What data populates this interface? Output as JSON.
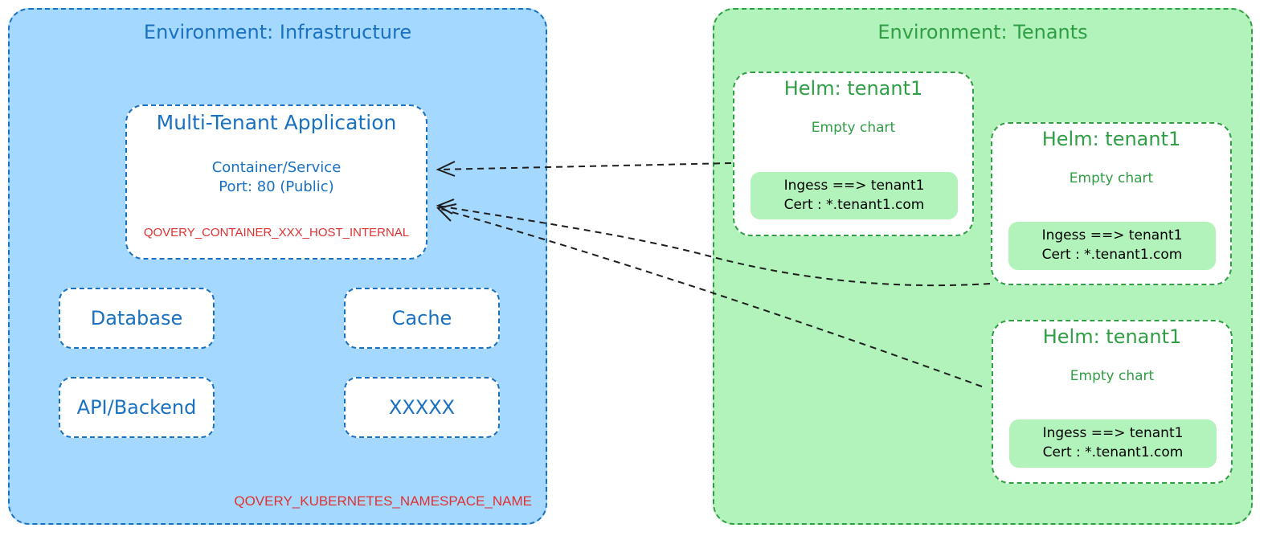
{
  "infra": {
    "title": "Environment: Infrastructure",
    "namespace_var": "QOVERY_KUBERNETES_NAMESPACE_NAME",
    "app": {
      "title": "Multi-Tenant Application",
      "line1": "Container/Service",
      "line2": "Port: 80 (Public)",
      "host_var": "QOVERY_CONTAINER_XXX_HOST_INTERNAL"
    },
    "services": {
      "database": "Database",
      "cache": "Cache",
      "api": "API/Backend",
      "other": "XXXXX"
    }
  },
  "tenants": {
    "title": "Environment: Tenants",
    "items": [
      {
        "title": "Helm: tenant1",
        "subtitle": "Empty chart",
        "ingress": "Ingess ==> tenant1",
        "cert": "Cert : *.tenant1.com"
      },
      {
        "title": "Helm: tenant1",
        "subtitle": "Empty chart",
        "ingress": "Ingess ==> tenant1",
        "cert": "Cert : *.tenant1.com"
      },
      {
        "title": "Helm: tenant1",
        "subtitle": "Empty chart",
        "ingress": "Ingess ==> tenant1",
        "cert": "Cert : *.tenant1.com"
      }
    ]
  },
  "colors": {
    "infra_fill": "#a5d8ff",
    "infra_stroke": "#1971c2",
    "tenants_fill": "#b2f2bb",
    "tenants_stroke": "#2f9e44",
    "variable_text": "#e03131"
  }
}
